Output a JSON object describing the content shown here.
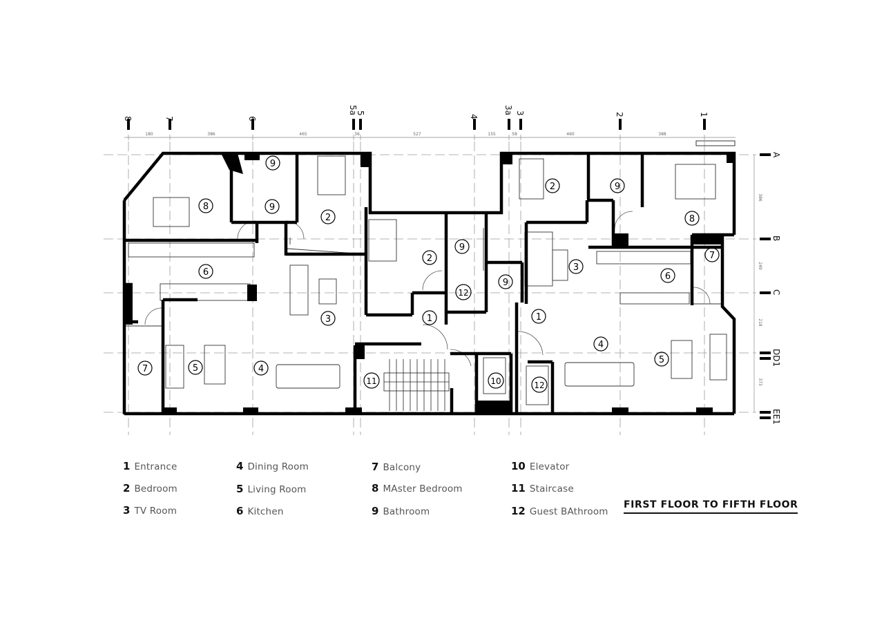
{
  "grid": {
    "columns": [
      "8",
      "7",
      "6",
      "5a",
      "5",
      "4",
      "3a",
      "3",
      "2",
      "1"
    ],
    "rows": [
      "A",
      "B",
      "C",
      "DD1",
      "EE1"
    ],
    "dimensions": [
      "180",
      "386",
      "465",
      "36",
      "527",
      "155",
      "58",
      "460",
      "388",
      "386",
      "249",
      "218",
      "373"
    ]
  },
  "rooms": [
    {
      "num": "9"
    },
    {
      "num": "9"
    },
    {
      "num": "2"
    },
    {
      "num": "8"
    },
    {
      "num": "6"
    },
    {
      "num": "3"
    },
    {
      "num": "7"
    },
    {
      "num": "5"
    },
    {
      "num": "4"
    },
    {
      "num": "2"
    },
    {
      "num": "9"
    },
    {
      "num": "12"
    },
    {
      "num": "1"
    },
    {
      "num": "11"
    },
    {
      "num": "9"
    },
    {
      "num": "10"
    },
    {
      "num": "2"
    },
    {
      "num": "9"
    },
    {
      "num": "8"
    },
    {
      "num": "3"
    },
    {
      "num": "7"
    },
    {
      "num": "6"
    },
    {
      "num": "1"
    },
    {
      "num": "12"
    },
    {
      "num": "4"
    },
    {
      "num": "5"
    }
  ],
  "legend": [
    {
      "num": "1",
      "label": "Entrance"
    },
    {
      "num": "2",
      "label": "Bedroom"
    },
    {
      "num": "3",
      "label": "TV Room"
    },
    {
      "num": "4",
      "label": "Dining Room"
    },
    {
      "num": "5",
      "label": "Living Room"
    },
    {
      "num": "6",
      "label": "Kitchen"
    },
    {
      "num": "7",
      "label": "Balcony"
    },
    {
      "num": "8",
      "label": "MAster Bedroom"
    },
    {
      "num": "9",
      "label": "Bathroom"
    },
    {
      "num": "10",
      "label": "Elevator"
    },
    {
      "num": "11",
      "label": "Staircase"
    },
    {
      "num": "12",
      "label": "Guest BAthroom"
    }
  ],
  "title": "FIRST FLOOR TO FIFTH FLOOR",
  "colors": {
    "ink": "#111111",
    "wall": "#000000",
    "grid": "#999999",
    "label_grey": "#555555"
  }
}
